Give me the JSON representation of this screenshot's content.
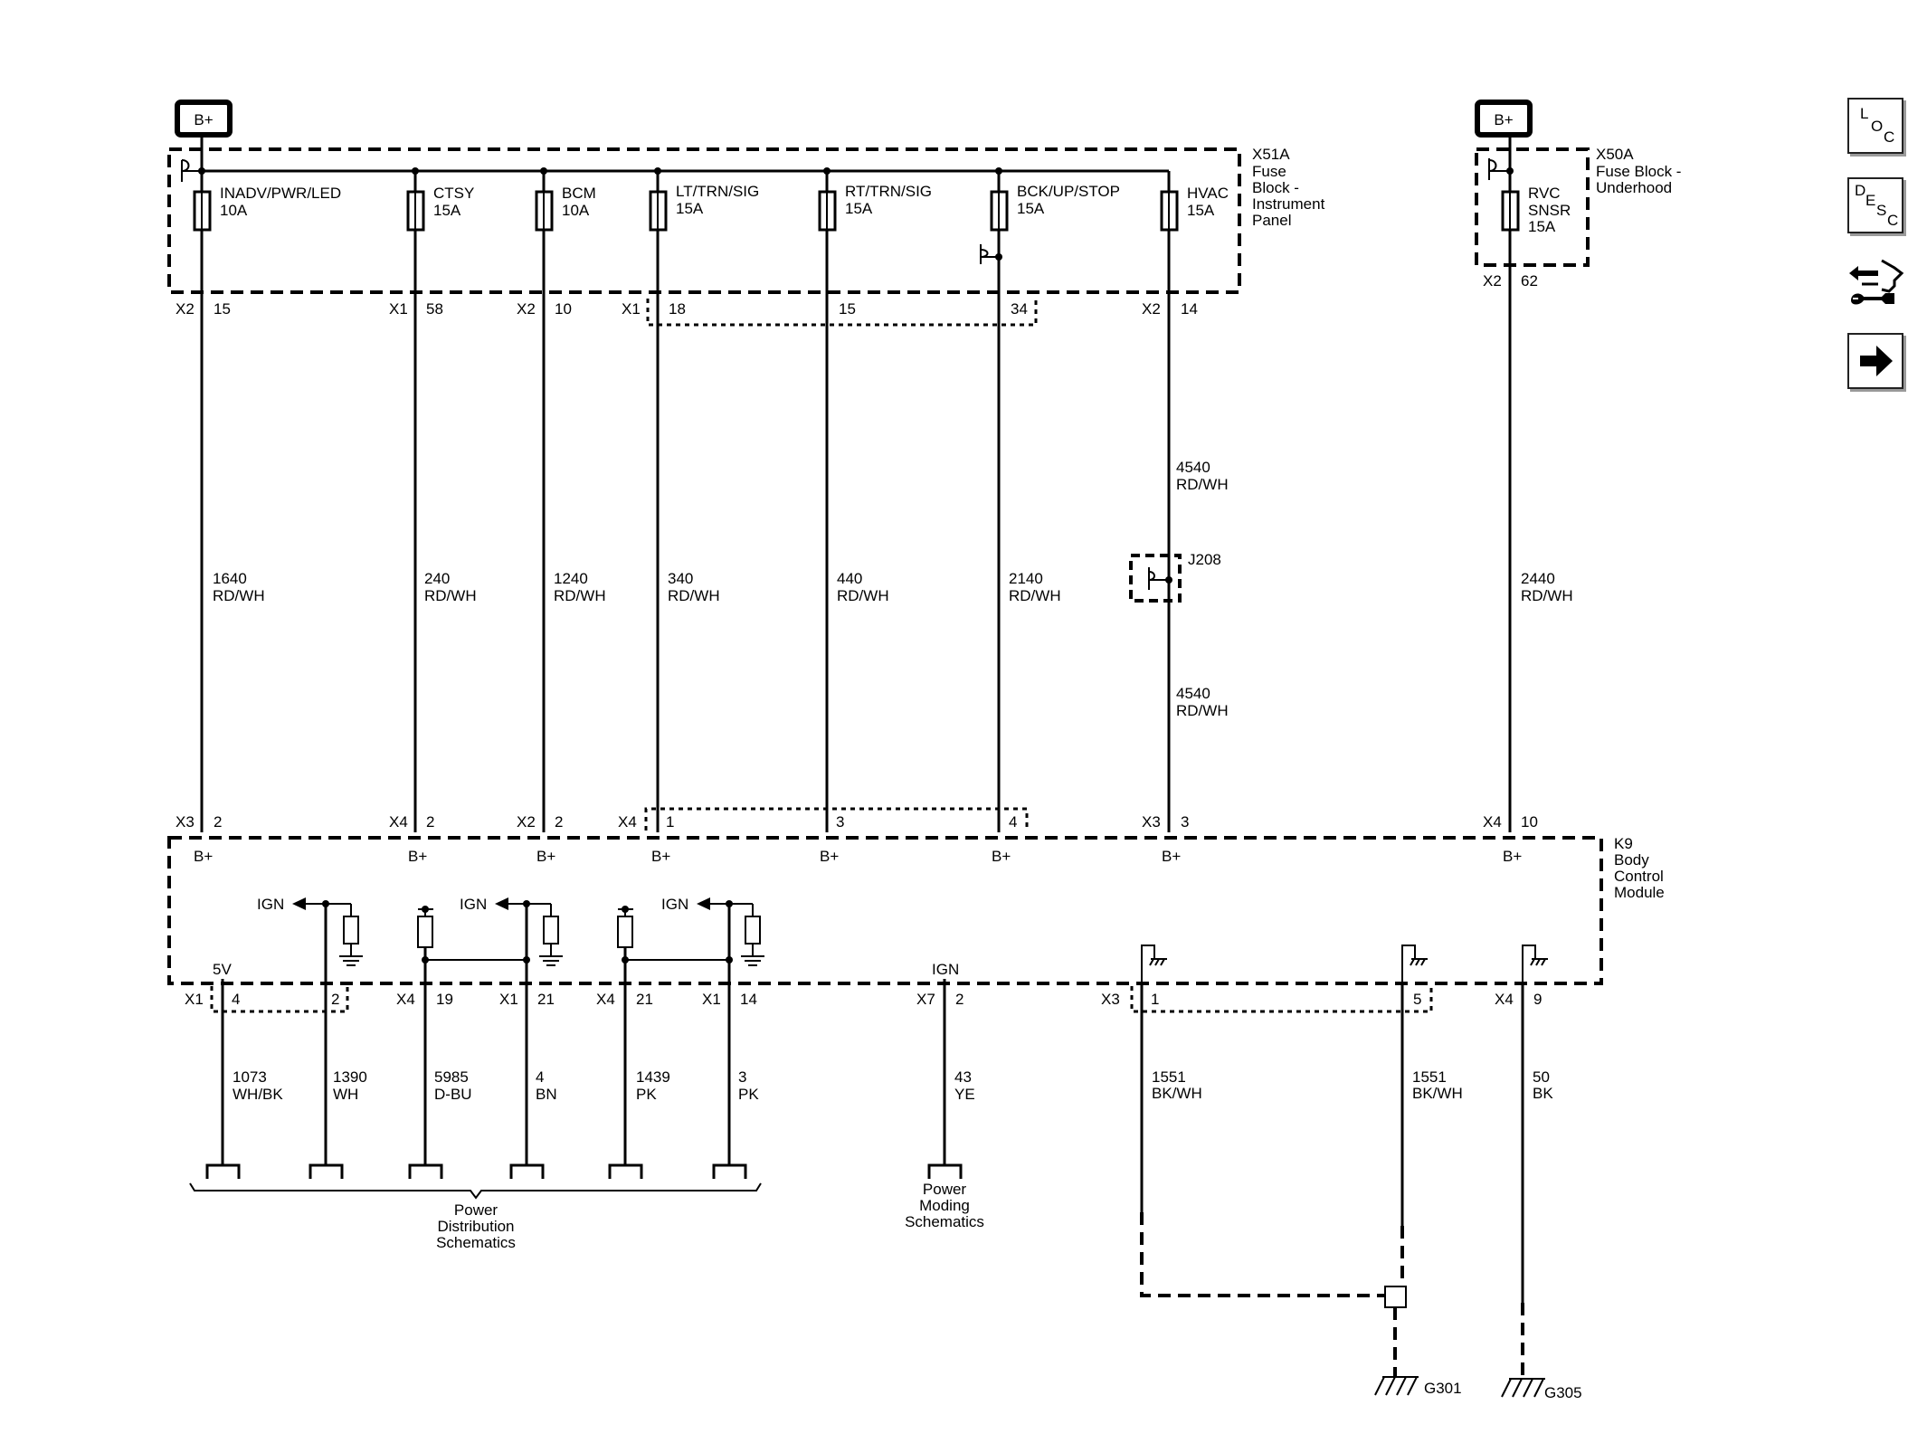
{
  "nav": {
    "loc": [
      "L",
      "O",
      "C"
    ],
    "desc": [
      "D",
      "E",
      "S",
      "C"
    ],
    "next_icon": "arrow-right-icon",
    "connector_icon": "connector-tool-icon"
  },
  "batteries": [
    {
      "label": "B+"
    },
    {
      "label": "B+"
    }
  ],
  "fuse_block_ip": {
    "ref": "X51A",
    "name": [
      "Fuse",
      "Block -",
      "Instrument",
      "Panel"
    ]
  },
  "fuse_block_uh": {
    "ref": "X50A",
    "name": [
      "Fuse Block -",
      "Underhood"
    ]
  },
  "fuses": [
    {
      "name": [
        "INADV/PWR/LED",
        "10A"
      ]
    },
    {
      "name": [
        "CTSY",
        "15A"
      ]
    },
    {
      "name": [
        "BCM",
        "10A"
      ]
    },
    {
      "name": [
        "LT/TRN/SIG",
        "15A"
      ]
    },
    {
      "name": [
        "RT/TRN/SIG",
        "15A"
      ]
    },
    {
      "name": [
        "BCK/UP/STOP",
        "15A"
      ]
    },
    {
      "name": [
        "HVAC",
        "15A"
      ]
    },
    {
      "name": [
        "RVC",
        "SNSR",
        "15A"
      ]
    }
  ],
  "top_pins": [
    {
      "conn": "X2",
      "pin": "15"
    },
    {
      "conn": "X1",
      "pin": "58"
    },
    {
      "conn": "X2",
      "pin": "10"
    },
    {
      "conn": "X1",
      "pin": "18"
    },
    {
      "pin": "15"
    },
    {
      "pin": "34"
    },
    {
      "conn": "X2",
      "pin": "14"
    },
    {
      "conn": "X2",
      "pin": "62"
    }
  ],
  "wires": [
    {
      "circuit": "1640",
      "color": "RD/WH"
    },
    {
      "circuit": "240",
      "color": "RD/WH"
    },
    {
      "circuit": "1240",
      "color": "RD/WH"
    },
    {
      "circuit": "340",
      "color": "RD/WH"
    },
    {
      "circuit": "440",
      "color": "RD/WH"
    },
    {
      "circuit": "2140",
      "color": "RD/WH"
    },
    {
      "circuit": "4540",
      "color": "RD/WH"
    },
    {
      "circuit": "4540",
      "color": "RD/WH"
    },
    {
      "circuit": "2440",
      "color": "RD/WH"
    }
  ],
  "splice": {
    "ref": "J208"
  },
  "bcm_pins": [
    {
      "conn": "X3",
      "pin": "2"
    },
    {
      "conn": "X4",
      "pin": "2"
    },
    {
      "conn": "X2",
      "pin": "2"
    },
    {
      "conn": "X4",
      "pin": "1"
    },
    {
      "pin": "3"
    },
    {
      "pin": "4"
    },
    {
      "conn": "X3",
      "pin": "3"
    },
    {
      "conn": "X4",
      "pin": "10"
    }
  ],
  "bcm": {
    "name": [
      "K9",
      "Body",
      "Control",
      "Module"
    ],
    "bplus": "B+",
    "ign": "IGN",
    "v5": "5V"
  },
  "bottom_pins": [
    {
      "conn": "X1",
      "pin": "4"
    },
    {
      "pin": "2"
    },
    {
      "conn": "X4",
      "pin": "19"
    },
    {
      "conn": "X1",
      "pin": "21"
    },
    {
      "conn": "X4",
      "pin": "21"
    },
    {
      "conn": "X1",
      "pin": "14"
    },
    {
      "conn": "X7",
      "pin": "2"
    },
    {
      "conn": "X3",
      "pin": "1"
    },
    {
      "pin": "5"
    },
    {
      "conn": "X4",
      "pin": "9"
    }
  ],
  "bottom_wires": [
    {
      "circuit": "1073",
      "color": "WH/BK"
    },
    {
      "circuit": "1390",
      "color": "WH"
    },
    {
      "circuit": "5985",
      "color": "D-BU"
    },
    {
      "circuit": "4",
      "color": "BN"
    },
    {
      "circuit": "1439",
      "color": "PK"
    },
    {
      "circuit": "3",
      "color": "PK"
    },
    {
      "circuit": "43",
      "color": "YE"
    },
    {
      "circuit": "1551",
      "color": "BK/WH"
    },
    {
      "circuit": "1551",
      "color": "BK/WH"
    },
    {
      "circuit": "50",
      "color": "BK"
    }
  ],
  "refs": {
    "power_dist": [
      "Power",
      "Distribution",
      "Schematics"
    ],
    "power_moding": [
      "Power",
      "Moding",
      "Schematics"
    ]
  },
  "grounds": [
    {
      "ref": "G301"
    },
    {
      "ref": "G305"
    }
  ]
}
